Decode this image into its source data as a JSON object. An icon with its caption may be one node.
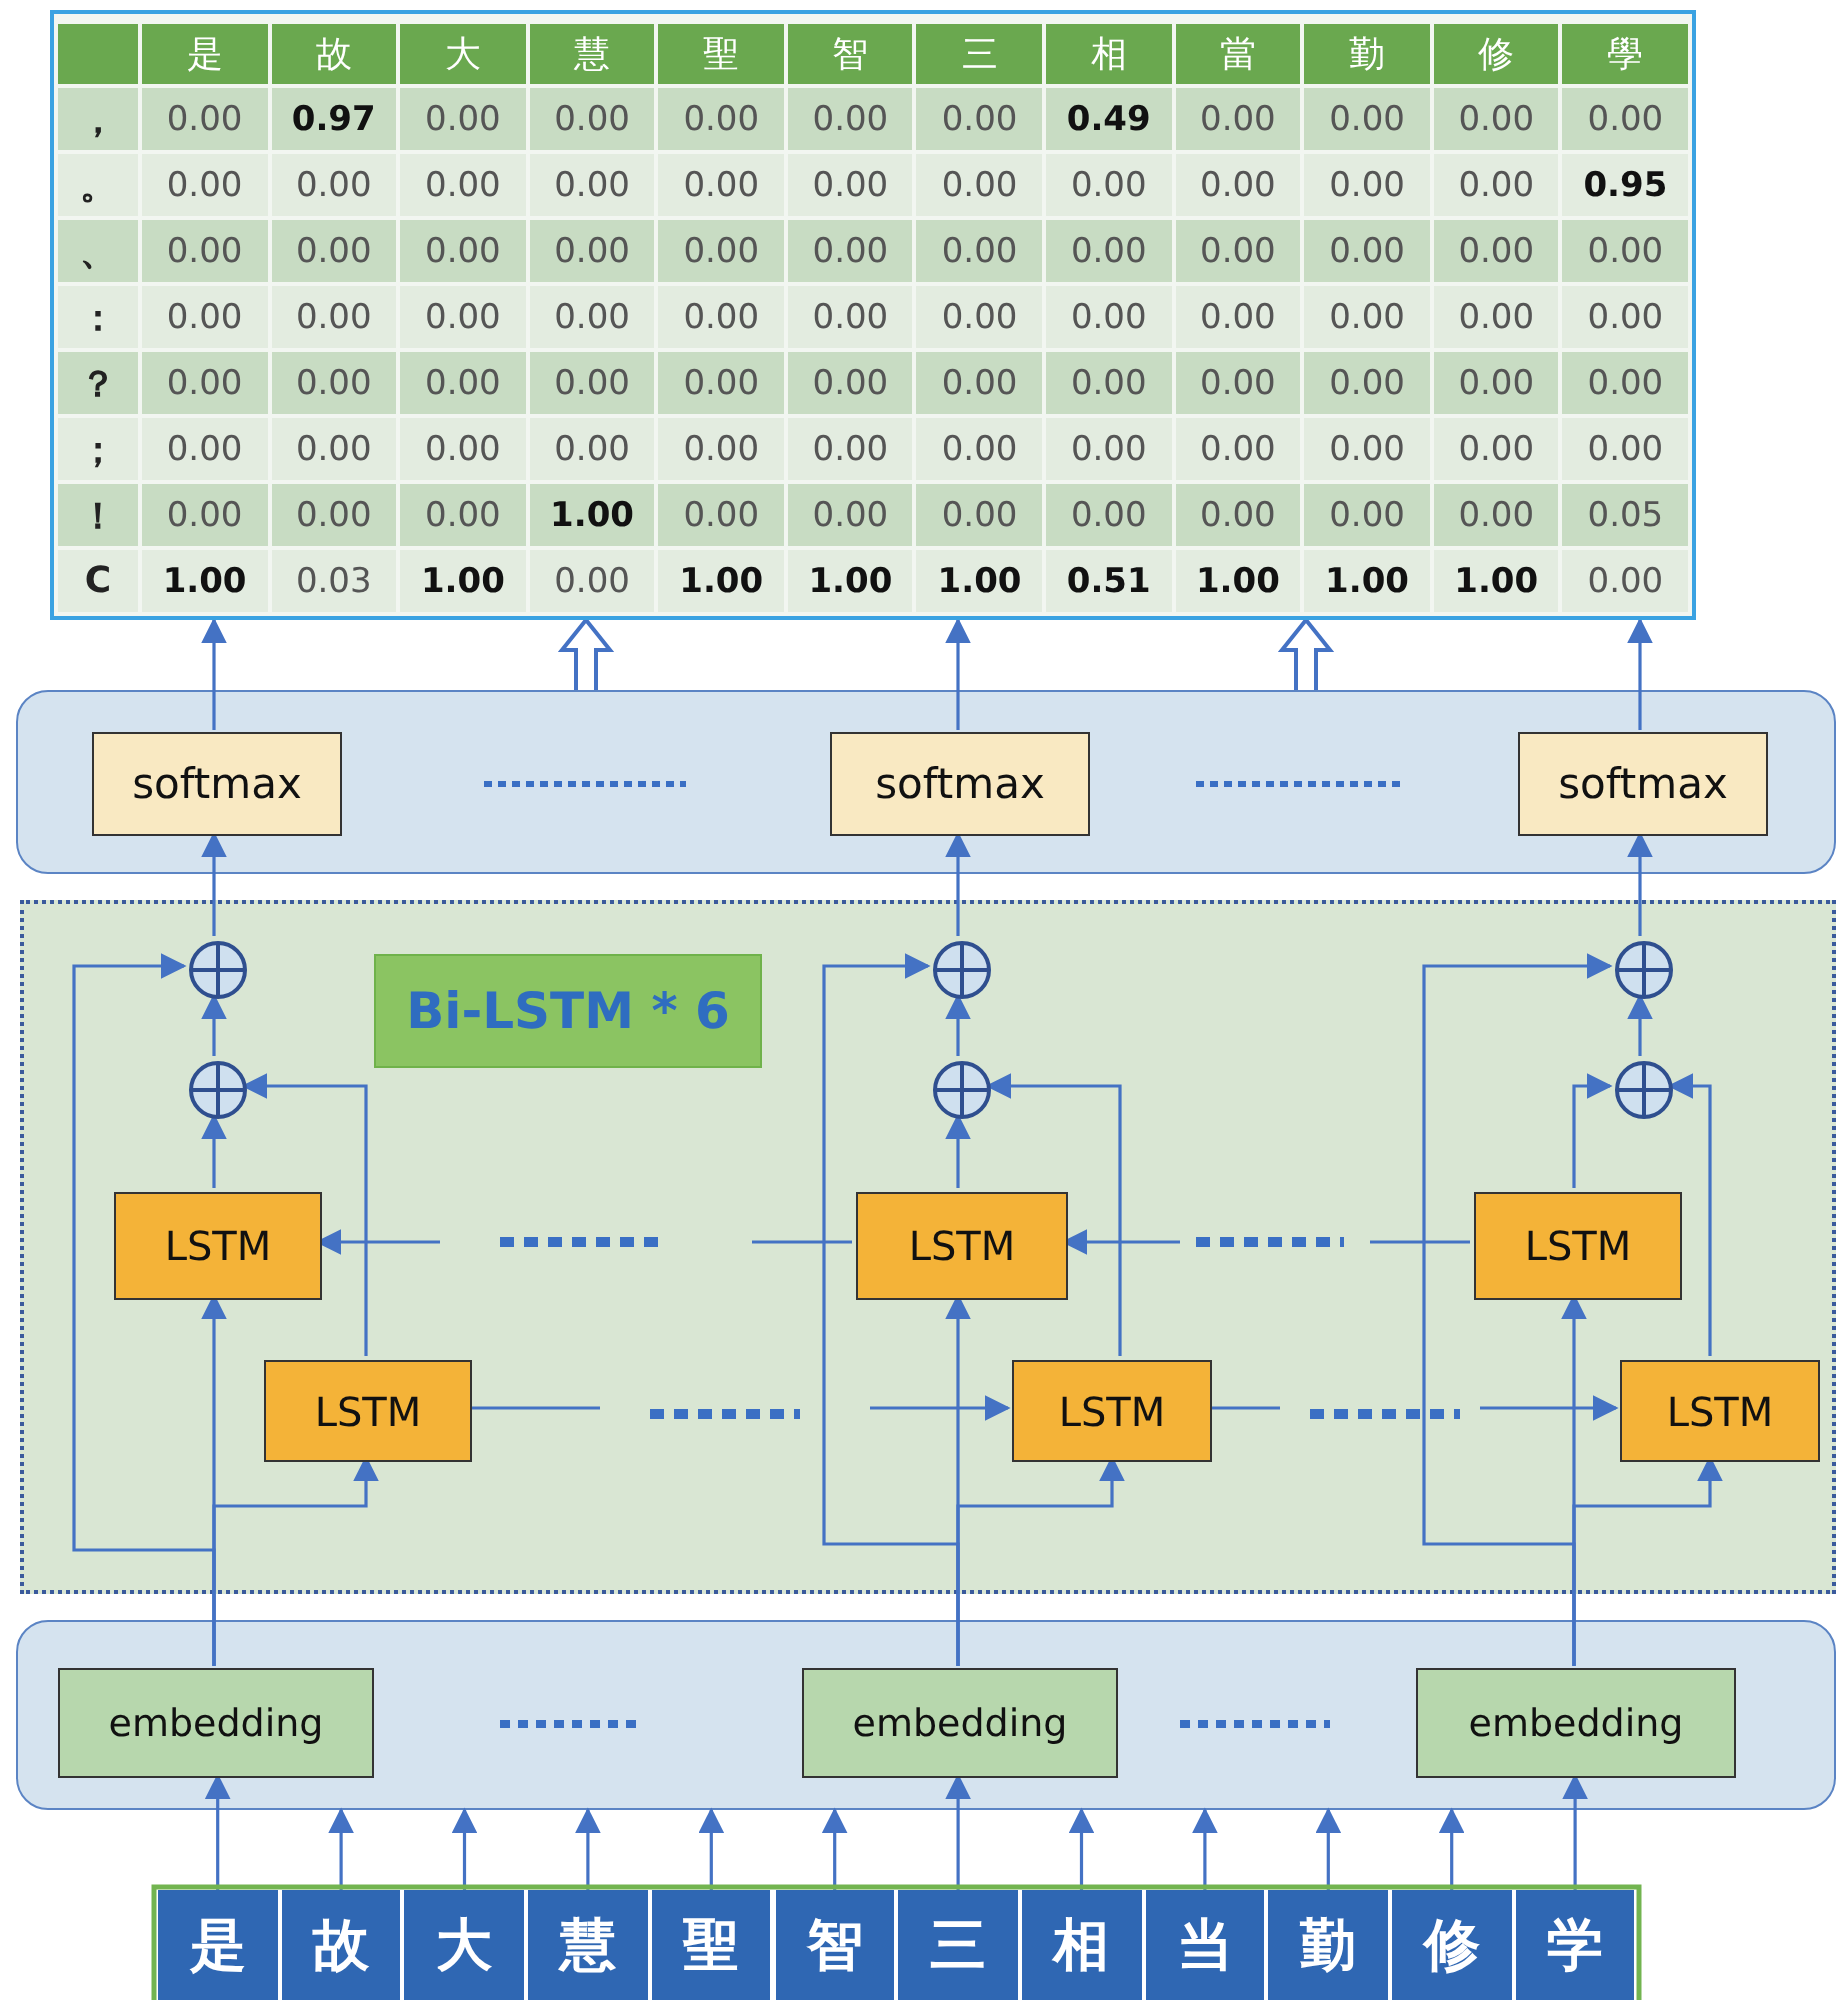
{
  "diagram": {
    "nodes": [
      {
        "text": [],
        "shape": "box"
      },
      {
        "text": [],
        "shape": "box"
      },
      {
        "text": [
          "softmax"
        ],
        "in": 1
      },
      {
        "text": [
          "softmax"
        ],
        "in": 1
      },
      {
        "text": [
          "softmax"
        ],
        "in": 1
      },
      {
        "text": [],
        "shape": "box"
      },
      {
        "text": [
          "Bi-LSTM * 6"
        ],
        "in": 5
      },
      {
        "text": [],
        "shape": "circle",
        "in": 5
      },
      {
        "text": [],
        "shape": "circle",
        "in": 5
      },
      {
        "text": [],
        "shape": "circle",
        "in": 5
      },
      {
        "text": [],
        "shape": "circle",
        "in": 5
      },
      {
        "text": [],
        "shape": "circle",
        "in": 5
      },
      {
        "text": [],
        "shape": "circle",
        "in": 5
      },
      {
        "text": [
          "LSTM"
        ],
        "in": 5
      },
      {
        "text": [
          "LSTM"
        ],
        "in": 5
      },
      {
        "text": [
          "LSTM"
        ],
        "in": 5
      },
      {
        "text": [
          "LSTM"
        ],
        "in": 5
      },
      {
        "text": [
          "LSTM"
        ],
        "in": 5
      },
      {
        "text": [
          "LSTM"
        ],
        "in": 5
      },
      {
        "text": [],
        "shape": "box"
      },
      {
        "text": [
          "embedding"
        ],
        "in": 19
      },
      {
        "text": [
          "embedding"
        ],
        "in": 19
      },
      {
        "text": [
          "embedding"
        ],
        "in": 19
      },
      {
        "text": [
          "是"
        ]
      },
      {
        "text": [
          "故"
        ]
      },
      {
        "text": [
          "大"
        ]
      },
      {
        "text": [
          "慧"
        ]
      },
      {
        "text": [
          "聖"
        ]
      },
      {
        "text": [
          "智"
        ]
      },
      {
        "text": [
          "三"
        ]
      },
      {
        "text": [
          "相"
        ]
      },
      {
        "text": [
          "当"
        ]
      },
      {
        "text": [
          "勤"
        ]
      },
      {
        "text": [
          "修"
        ]
      },
      {
        "text": [
          "学"
        ]
      }
    ],
    "edges": [
      {
        "from": 2,
        "to": 0,
        "arrow": "to"
      },
      {
        "from": 3,
        "to": 0,
        "arrow": "to"
      },
      {
        "from": 4,
        "to": 0,
        "arrow": "to"
      },
      {
        "from": 1,
        "to": 0,
        "arrow": "to",
        "style": "thick"
      },
      {
        "from": 1,
        "to": 0,
        "arrow": "to",
        "style": "thick"
      },
      {
        "from": 7,
        "to": 2,
        "arrow": "to"
      },
      {
        "from": 8,
        "to": 3,
        "arrow": "to"
      },
      {
        "from": 9,
        "to": 4,
        "arrow": "to"
      },
      {
        "from": 10,
        "to": 7,
        "arrow": "to"
      },
      {
        "from": 11,
        "to": 8,
        "arrow": "to"
      },
      {
        "from": 12,
        "to": 9,
        "arrow": "to"
      },
      {
        "from": 13,
        "to": 10,
        "arrow": "to"
      },
      {
        "from": 16,
        "to": 10,
        "arrow": "to"
      },
      {
        "from": 14,
        "to": 11,
        "arrow": "to"
      },
      {
        "from": 17,
        "to": 11,
        "arrow": "to"
      },
      {
        "from": 15,
        "to": 12,
        "arrow": "to"
      },
      {
        "from": 18,
        "to": 12,
        "arrow": "to"
      },
      {
        "from": 14,
        "to": 13,
        "arrow": "to",
        "style": "dashed"
      },
      {
        "from": 15,
        "to": 14,
        "arrow": "to",
        "style": "dashed"
      },
      {
        "from": 16,
        "to": 17,
        "arrow": "to",
        "style": "dashed"
      },
      {
        "from": 17,
        "to": 18,
        "arrow": "to",
        "style": "dashed"
      },
      {
        "from": 20,
        "to": 13,
        "arrow": "to"
      },
      {
        "from": 20,
        "to": 16,
        "arrow": "to"
      },
      {
        "from": 20,
        "to": 7,
        "arrow": "to"
      },
      {
        "from": 21,
        "to": 14,
        "arrow": "to"
      },
      {
        "from": 21,
        "to": 17,
        "arrow": "to"
      },
      {
        "from": 21,
        "to": 8,
        "arrow": "to"
      },
      {
        "from": 22,
        "to": 15,
        "arrow": "to"
      },
      {
        "from": 22,
        "to": 18,
        "arrow": "to"
      },
      {
        "from": 22,
        "to": 9,
        "arrow": "to"
      },
      {
        "from": 23,
        "to": 20,
        "arrow": "to"
      },
      {
        "from": 24,
        "to": 19,
        "arrow": "to"
      },
      {
        "from": 25,
        "to": 19,
        "arrow": "to"
      },
      {
        "from": 26,
        "to": 19,
        "arrow": "to"
      },
      {
        "from": 27,
        "to": 19,
        "arrow": "to"
      },
      {
        "from": 28,
        "to": 19,
        "arrow": "to"
      },
      {
        "from": 29,
        "to": 21,
        "arrow": "to"
      },
      {
        "from": 30,
        "to": 19,
        "arrow": "to"
      },
      {
        "from": 31,
        "to": 19,
        "arrow": "to"
      },
      {
        "from": 32,
        "to": 19,
        "arrow": "to"
      },
      {
        "from": 33,
        "to": 19,
        "arrow": "to"
      },
      {
        "from": 34,
        "to": 22,
        "arrow": "to"
      }
    ],
    "labels": [
      "是",
      "故",
      "大",
      "慧",
      "聖",
      "智",
      "三",
      "相",
      "當",
      "勤",
      "修",
      "學",
      "，",
      "0.00",
      "0.97",
      "0.00",
      "0.00",
      "0.00",
      "0.00",
      "0.00",
      "0.49",
      "0.00",
      "0.00",
      "0.00",
      "0.00",
      "。",
      "0.00",
      "0.00",
      "0.00",
      "0.00",
      "0.00",
      "0.00",
      "0.00",
      "0.00",
      "0.00",
      "0.00",
      "0.00",
      "0.95",
      "、",
      "0.00",
      "0.00",
      "0.00",
      "0.00",
      "0.00",
      "0.00",
      "0.00",
      "0.00",
      "0.00",
      "0.00",
      "0.00",
      "0.00",
      "：",
      "0.00",
      "0.00",
      "0.00",
      "0.00",
      "0.00",
      "0.00",
      "0.00",
      "0.00",
      "0.00",
      "0.00",
      "0.00",
      "0.00",
      "？",
      "0.00",
      "0.00",
      "0.00",
      "0.00",
      "0.00",
      "0.00",
      "0.00",
      "0.00",
      "0.00",
      "0.00",
      "0.00",
      "0.00",
      "；",
      "0.00",
      "0.00",
      "0.00",
      "0.00",
      "0.00",
      "0.00",
      "0.00",
      "0.00",
      "0.00",
      "0.00",
      "0.00",
      "0.00",
      "！",
      "0.00",
      "0.00",
      "0.00",
      "1.00",
      "0.00",
      "0.00",
      "0.00",
      "0.00",
      "0.00",
      "0.00",
      "0.00",
      "0.05",
      "C",
      "1.00",
      "0.03",
      "1.00",
      "0.00",
      "1.00",
      "1.00",
      "1.00",
      "0.51",
      "1.00",
      "1.00",
      "1.00",
      "0.00"
    ]
  }
}
